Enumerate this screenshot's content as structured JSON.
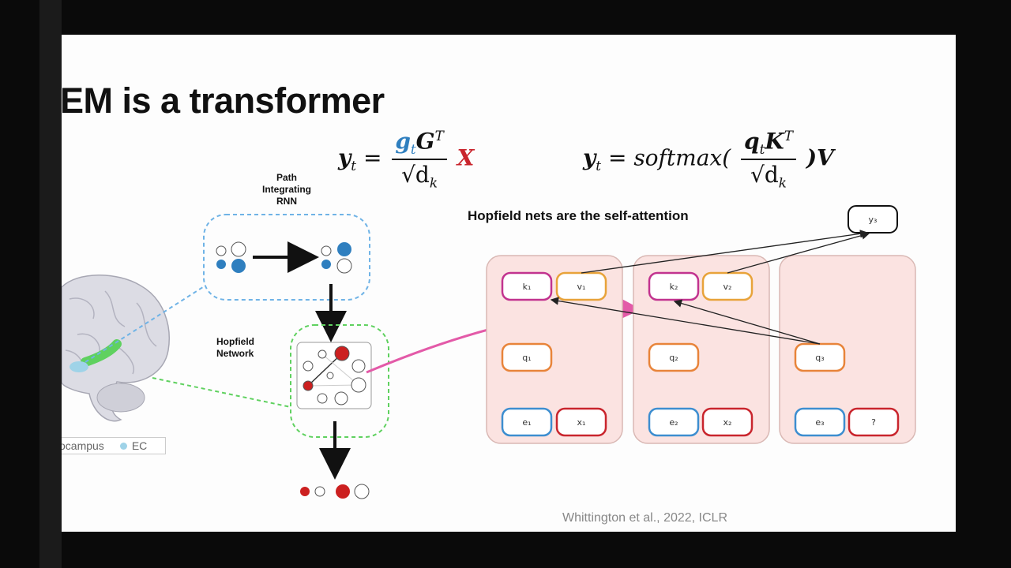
{
  "slide": {
    "title": "EM is a transformer",
    "citation": "Whittington et al., 2022, ICLR"
  },
  "equations": {
    "left": {
      "lhs": "y",
      "lhs_sub": "t",
      "num_g": "g",
      "num_g_sub": "t",
      "num_G": "G",
      "num_sup": "T",
      "den": "√d",
      "den_sub": "k",
      "rhs": "X"
    },
    "right": {
      "lhs": "y",
      "lhs_sub": "t",
      "fn": "softmax(",
      "num_q": "q",
      "num_q_sub": "t",
      "num_K": "K",
      "num_sup": "T",
      "den": "√d",
      "den_sub": "k",
      "rhs": ")V"
    }
  },
  "labels": {
    "rnn": "Path\nIntegrating\nRNN",
    "hopfield": "Hopfield\nNetwork",
    "hopfield_title": "Hopfield nets are the self-attention",
    "legend_text1": "ocampus",
    "legend_text2": "EC"
  },
  "attention": {
    "output": "y₃",
    "columns": [
      {
        "k": "k₁",
        "v": "v₁",
        "q": "q₁",
        "e": "e₁",
        "x": "x₁"
      },
      {
        "k": "k₂",
        "v": "v₂",
        "q": "q₂",
        "e": "e₂",
        "x": "x₂"
      },
      {
        "k": "",
        "v": "",
        "q": "q₃",
        "e": "e₃",
        "x": "?"
      }
    ]
  },
  "colors": {
    "k": "#c2338f",
    "v": "#e8a33a",
    "q": "#e8843a",
    "e": "#3d8ed0",
    "x": "#c9252d",
    "column_fill": "#fbe3e1",
    "blue_dot": "#2f7fbf",
    "red_dot": "#cc2020",
    "pink_arrow": "#e35aa8",
    "green": "#5fd15f",
    "eq_blue": "#2f7fbf",
    "eq_red": "#c9252d"
  }
}
